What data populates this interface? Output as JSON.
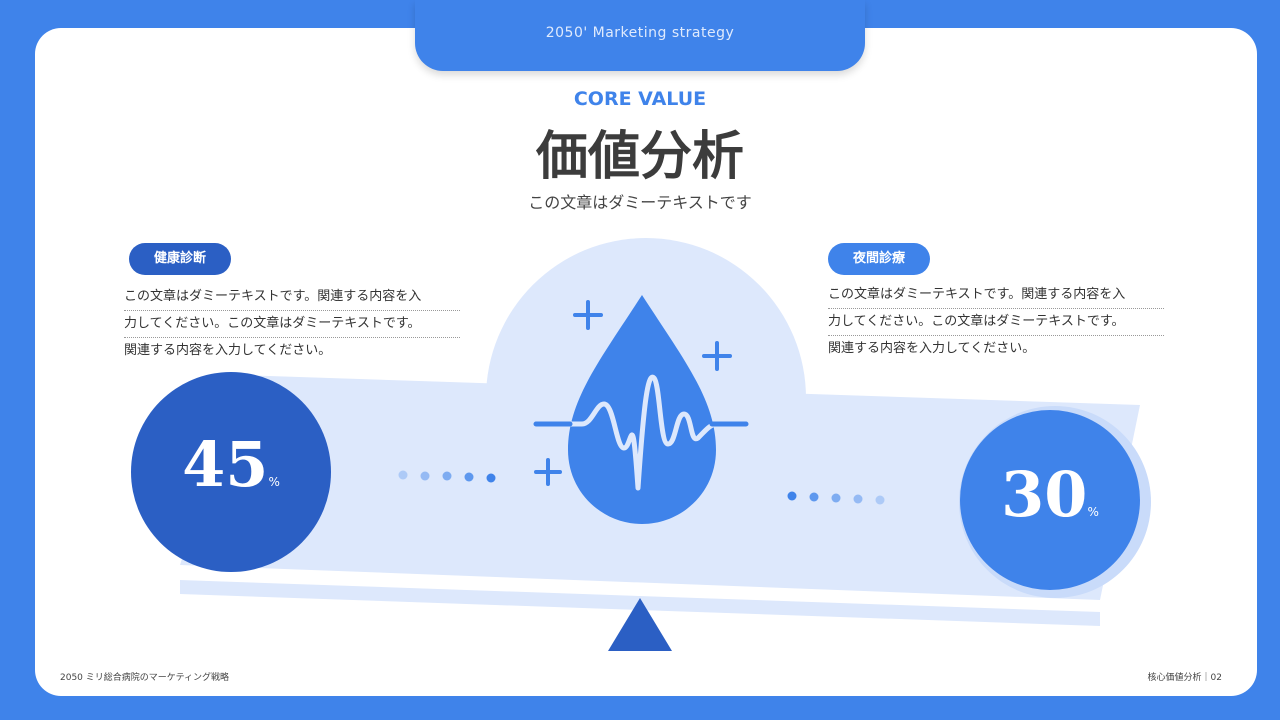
{
  "header": {
    "tab_title": "2050' Marketing strategy"
  },
  "main": {
    "eyebrow": "CORE VALUE",
    "title": "価値分析",
    "subtitle": "この文章はダミーテキストです"
  },
  "left": {
    "label": "健康診断",
    "lines": [
      "この文章はダミーテキストです。関連する内容を入",
      "力してください。この文章はダミーテキストです。",
      "関連する内容を入力してください。"
    ],
    "value": "45",
    "unit": "%",
    "percent": 45
  },
  "right": {
    "label": "夜間診療",
    "lines": [
      "この文章はダミーテキストです。関連する内容を入",
      "力してください。この文章はダミーテキストです。",
      "関連する内容を入力してください。"
    ],
    "value": "30",
    "unit": "%",
    "percent": 30
  },
  "footer": {
    "left": "2050 ミリ総合病院のマーケティング戦略",
    "right": "核心価値分析｜02"
  },
  "icons": {
    "center": "water-drop-heartbeat-icon"
  },
  "colors": {
    "primary": "#3f83ea",
    "dark": "#2b5fc4",
    "light": "#dde8fc"
  }
}
